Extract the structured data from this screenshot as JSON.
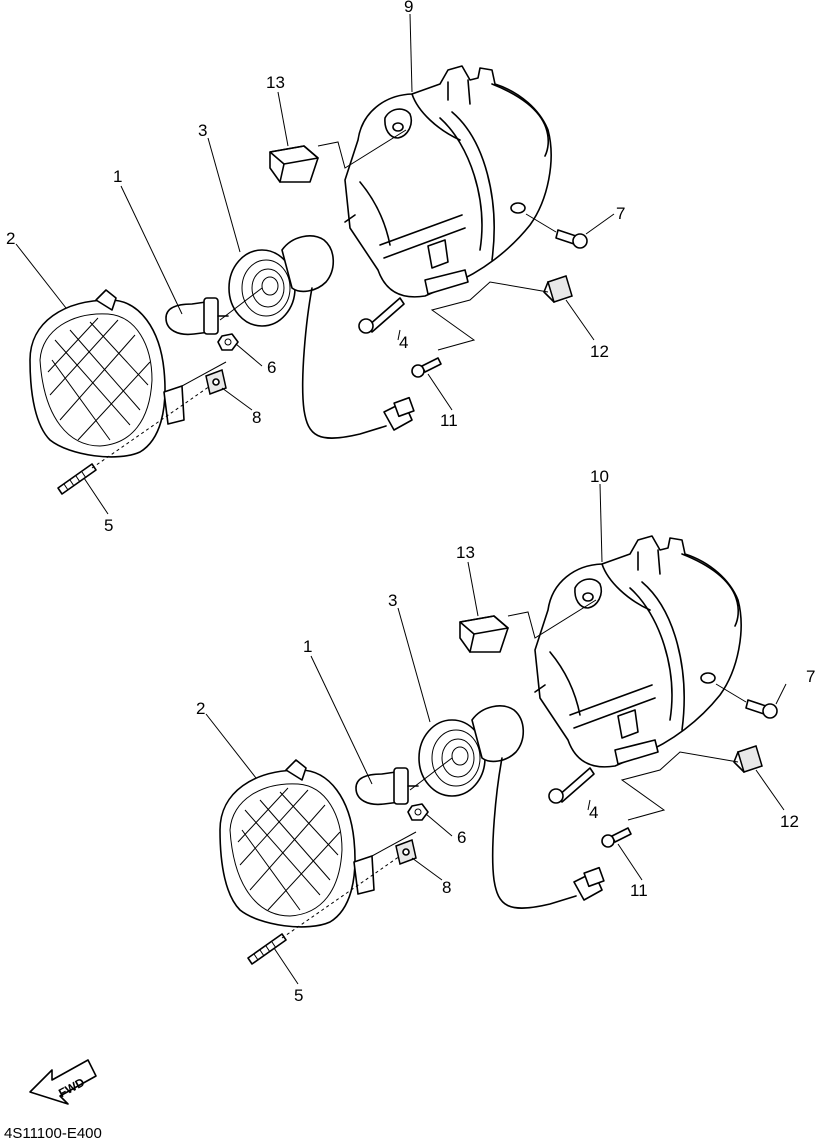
{
  "diagram_code": "4S11100-E400",
  "direction_arrow_label": "FWD",
  "assemblies": [
    {
      "id": "upper",
      "callouts": {
        "p1": "1",
        "p2": "2",
        "p3": "3",
        "p4": "4",
        "p5": "5",
        "p6": "6",
        "p7": "7",
        "p8": "8",
        "p9": "9",
        "p11": "11",
        "p12": "12",
        "p13": "13"
      }
    },
    {
      "id": "lower",
      "callouts": {
        "p1": "1",
        "p2": "2",
        "p3": "3",
        "p4": "4",
        "p5": "5",
        "p6": "6",
        "p7": "7",
        "p8": "8",
        "p10": "10",
        "p11": "11",
        "p12": "12",
        "p13": "13"
      }
    }
  ]
}
